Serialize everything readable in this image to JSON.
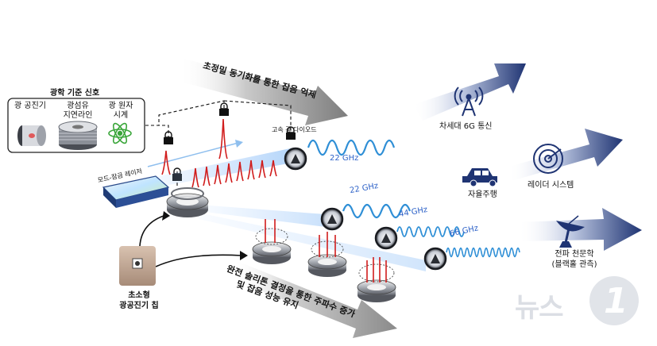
{
  "reference": {
    "title": "광학 기준 신호",
    "items": [
      {
        "label_lines": [
          "광 공진기"
        ]
      },
      {
        "label_lines": [
          "광섬유",
          "지연라인"
        ]
      },
      {
        "label_lines": [
          "광 원자",
          "시계"
        ]
      }
    ]
  },
  "arrows": {
    "top": "초정밀 동기화를 통한 잡음 억제",
    "bottom_lines": [
      "완전 솔리톤 결정을 통한 주파수 증가",
      "및 잡음 성능 유지"
    ]
  },
  "labels": {
    "laser": "모드-잠금 레이저",
    "photodiode": "고속 광 다이오드",
    "chip_lines": [
      "초소형",
      "광공진기 칩"
    ]
  },
  "frequencies": {
    "top_22": "22 GHz",
    "mid_22": "22 GHz",
    "mid_44": "44 GHz",
    "mid_66": "66 GHz"
  },
  "applications": [
    {
      "label_lines": [
        "차세대 6G 통신"
      ]
    },
    {
      "label_lines": [
        "자율주행"
      ]
    },
    {
      "label_lines": [
        "레이더 시스템"
      ]
    },
    {
      "label_lines": [
        "전파 천문학",
        "(블랙홀 관측)"
      ]
    }
  ],
  "watermark": {
    "text": "뉴스",
    "digit": "1"
  },
  "colors": {
    "accent_blue": "#2f63c8",
    "red": "#d11d1d",
    "navy": "#1f3473"
  }
}
